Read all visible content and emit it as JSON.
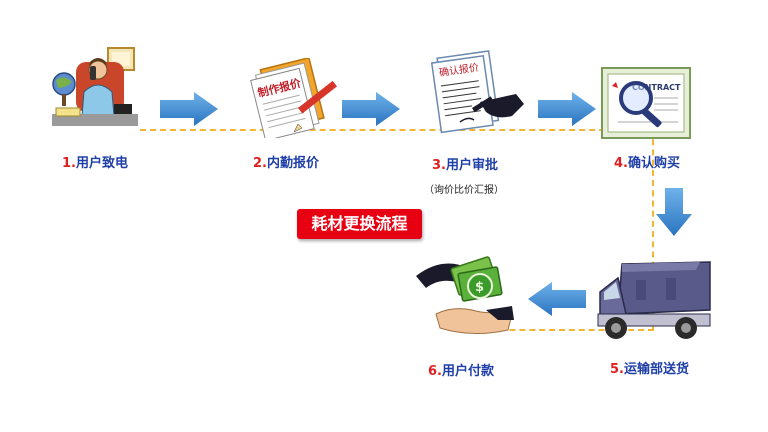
{
  "title": "耗材更换流程",
  "steps": [
    {
      "num": "1.",
      "label": "用户致电"
    },
    {
      "num": "2.",
      "label": "内勤报价"
    },
    {
      "num": "3.",
      "label": "用户审批"
    },
    {
      "num": "4.",
      "label": "确认购买"
    },
    {
      "num": "5.",
      "label": "运输部送货"
    },
    {
      "num": "6.",
      "label": "用户付款"
    }
  ],
  "step3_note": "（询价比价汇报）",
  "icons": {
    "step1": "phone-call-icon",
    "step2": "quote-document-icon",
    "step3": "sign-document-icon",
    "step4": "contract-magnifier-icon",
    "step5": "delivery-truck-icon",
    "step6": "money-payment-icon"
  },
  "icon_texts": {
    "quote": "制作报价",
    "confirm": "确认报价",
    "contract": "CONTRACT"
  },
  "colors": {
    "accent_red": "#e60012",
    "label_blue": "#1f3fa8",
    "arrow_blue": "#3d8fd6",
    "dash_yellow": "#f2b632"
  }
}
